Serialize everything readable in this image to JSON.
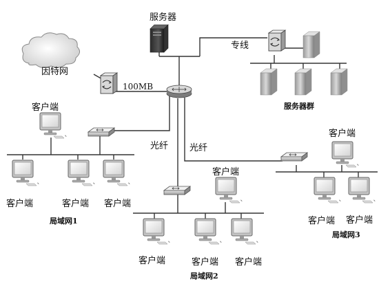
{
  "labels": {
    "server": "服务器",
    "dedicated_line": "专线",
    "internet": "因特网",
    "bandwidth": "100MB",
    "server_cluster": "服务器群",
    "fiber_left": "光纤",
    "fiber_right": "光纤",
    "lan1": "局域网1",
    "lan2": "局域网2",
    "lan3": "局域网3",
    "client": "客户端"
  }
}
